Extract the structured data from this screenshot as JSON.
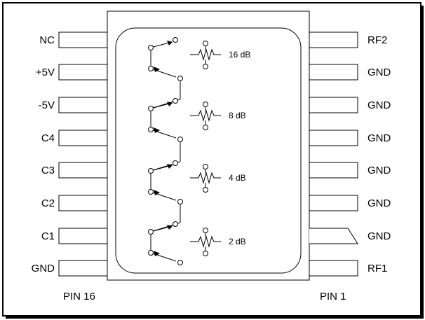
{
  "left_pins": [
    "NC",
    "+5V",
    "-5V",
    "C4",
    "C3",
    "C2",
    "C1",
    "GND"
  ],
  "right_pins": [
    "RF2",
    "GND",
    "GND",
    "GND",
    "GND",
    "GND",
    "GND",
    "RF1"
  ],
  "pin_left_label": "PIN 16",
  "pin_right_label": "PIN 1",
  "attenuator_stages": [
    "16 dB",
    "8 dB",
    "4 dB",
    "2 dB"
  ]
}
